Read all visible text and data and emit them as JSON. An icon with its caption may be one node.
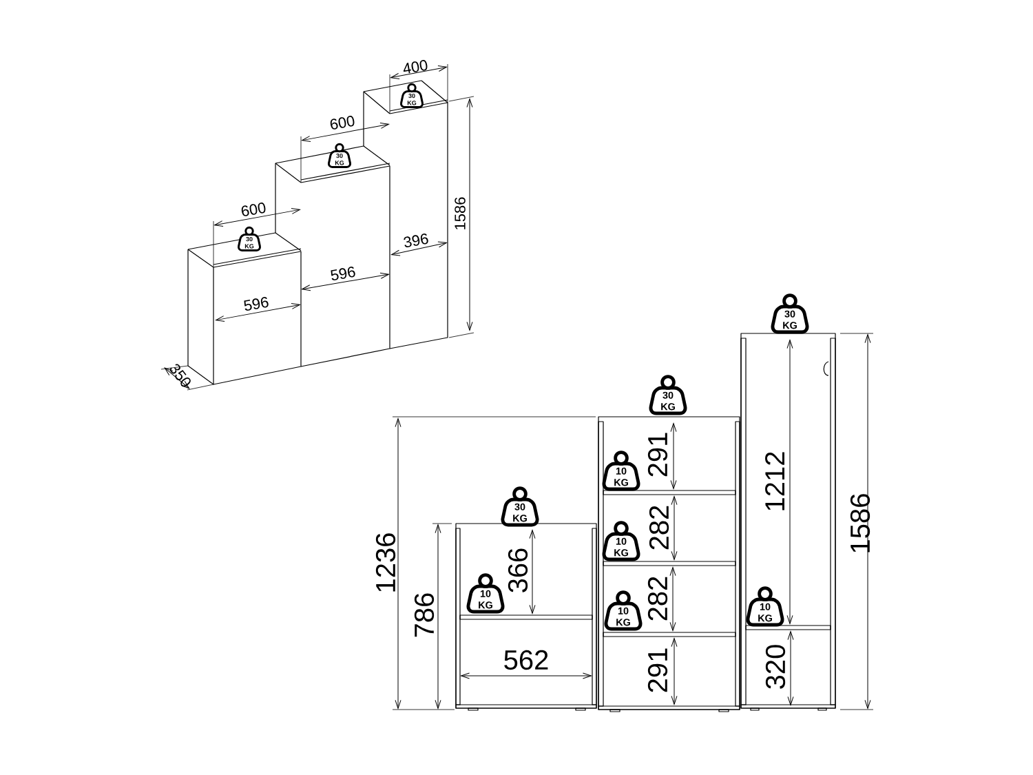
{
  "diagram": {
    "nodes": [
      {
        "text": [
          "30 KG"
        ]
      },
      {
        "text": [
          "30 KG"
        ]
      },
      {
        "text": [
          "30 KG"
        ]
      },
      {
        "text": [
          "30 KG"
        ]
      },
      {
        "text": [
          "30 KG"
        ]
      },
      {
        "text": [
          "10 KG"
        ]
      },
      {
        "text": [
          "30 KG"
        ]
      },
      {
        "text": [
          "10 KG"
        ]
      },
      {
        "text": [
          "10 KG"
        ]
      },
      {
        "text": [
          "10 KG"
        ]
      },
      {
        "text": [
          "10 KG"
        ]
      }
    ],
    "labels": [
      "400",
      "600",
      "600",
      "1586",
      "396",
      "596",
      "596",
      "350",
      "291",
      "1212",
      "1586",
      "366",
      "282",
      "1236",
      "786",
      "282",
      "562",
      "291",
      "320"
    ]
  }
}
